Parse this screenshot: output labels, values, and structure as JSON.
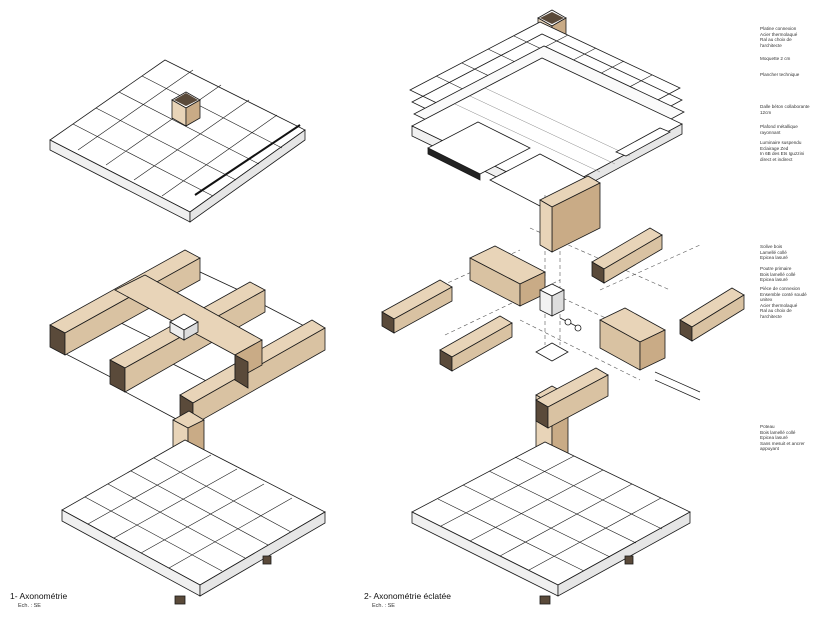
{
  "captions": {
    "view1_title": "1- Axonométrie",
    "view1_scale": "Ech. : SE",
    "view2_title": "2- Axonométrie éclatée",
    "view2_scale": "Ech. : SE"
  },
  "annotations": [
    "Platine connexion\nAcier thermolaqué\nRal au choix de\nl'architecte",
    "Moquette 2 cm",
    "Plancher technique",
    "Dalle béton collaborante\n12cm",
    "Plafond métallique\nrayonnant",
    "Luminaire suspendu\nEclairage Zed\nIn 6B des Ets Iguzzini\ndirect et indirect",
    "Solive bois\nLamellé collé\nEpicea lasuré",
    "Poutre primaire\nBois lamellé collé\nEpicea lasuré",
    "Pièce de connexion\nEnsemble conté soudé\nunitex\nAcier thermolaqué\nRal au choix de\nl'architecte",
    "Poteau\nBois lamellé collé\nEpicea lasuré\nSans mesuit et ancrer\nappuyant"
  ],
  "colors": {
    "wood": "#e8d4b8",
    "wood_dark": "#c9ab86",
    "wood_end": "#5a4a3a",
    "line": "#1a1a1a",
    "tile": "#ffffff",
    "slab": "#f4f4f4"
  }
}
